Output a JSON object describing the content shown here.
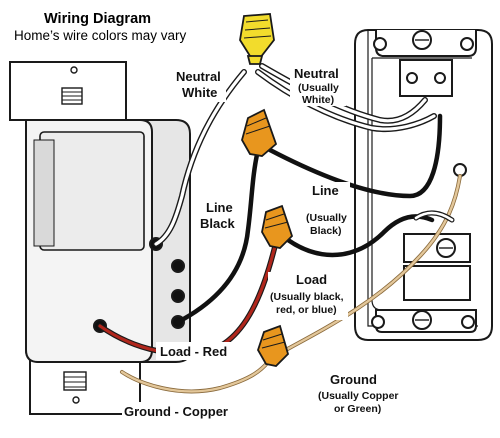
{
  "header": {
    "title": "Wiring Diagram",
    "subtitle": "Home’s wire colors may vary"
  },
  "labels": {
    "neutral_white": [
      "Neutral",
      "White"
    ],
    "neutral_box": [
      "Neutral",
      "(Usually",
      "White)"
    ],
    "line_black": [
      "Line",
      "Black"
    ],
    "line_box": [
      "Line",
      "(Usually",
      "Black)"
    ],
    "load_box": [
      "Load",
      "(Usually black,",
      "red, or blue)"
    ],
    "load_red": "Load - Red",
    "ground_box": [
      "Ground",
      "(Usually Copper",
      "or Green)"
    ],
    "ground_copper": "Ground - Copper"
  },
  "colors": {
    "wire_black": "#111111",
    "wire_white": "#ffffff",
    "wire_red": "#b0261c",
    "wire_copper": "#d9b98a",
    "connector_yellow": "#f2dc2c",
    "connector_orange": "#e8961e",
    "device_fill": "#f2f2f2",
    "outline": "#1a1a1a"
  }
}
